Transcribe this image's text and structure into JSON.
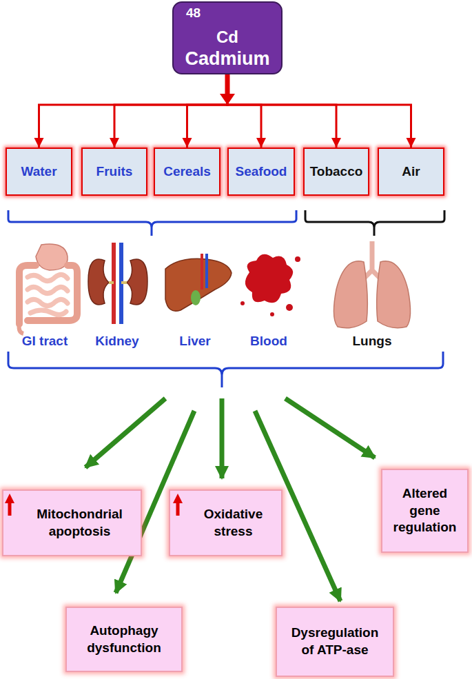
{
  "diagram": {
    "nodes": [
      {
        "text": [
          "48",
          "Cd",
          "Cadmium"
        ]
      },
      {
        "text": [
          "Water"
        ]
      },
      {
        "text": [
          "Fruits"
        ]
      },
      {
        "text": [
          "Cereals"
        ]
      },
      {
        "text": [
          "Seafood"
        ]
      },
      {
        "text": [
          "Tobacco"
        ]
      },
      {
        "text": [
          "Air"
        ]
      },
      {
        "text": [
          "Mitochondrial apoptosis"
        ]
      },
      {
        "text": [
          "Oxidative stress"
        ]
      },
      {
        "text": [
          "Altered gene regulation"
        ]
      },
      {
        "text": [
          "Autophagy dysfunction"
        ]
      },
      {
        "text": [
          "Dysregulation of ATP-ase"
        ]
      }
    ],
    "edges": [
      {
        "from": 0,
        "to": 1,
        "arrow": "to"
      },
      {
        "from": 0,
        "to": 2,
        "arrow": "to"
      },
      {
        "from": 0,
        "to": 3,
        "arrow": "to"
      },
      {
        "from": 0,
        "to": 4,
        "arrow": "to"
      },
      {
        "from": 0,
        "to": 5,
        "arrow": "to"
      },
      {
        "from": 0,
        "to": 6,
        "arrow": "to"
      }
    ],
    "labels": [
      "GI tract",
      "Kidney",
      "Liver",
      "Blood",
      "Lungs"
    ]
  }
}
